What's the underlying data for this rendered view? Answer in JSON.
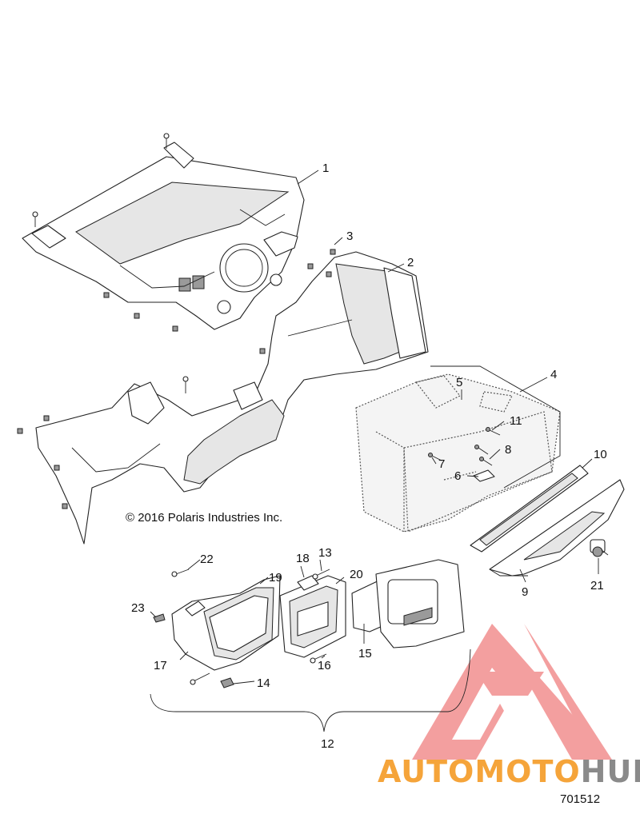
{
  "diagram": {
    "copyright": "© 2016 Polaris Industries Inc.",
    "drawing_number": "701512",
    "callouts": [
      "1",
      "2",
      "3",
      "4",
      "5",
      "6",
      "7",
      "8",
      "9",
      "10",
      "11",
      "12",
      "13",
      "14",
      "15",
      "16",
      "17",
      "18",
      "19",
      "20",
      "21",
      "22",
      "23"
    ]
  },
  "watermark": {
    "part1": "AUTOMOTO",
    "part2": "HUB",
    "color_primary": "#f5a43a",
    "color_secondary": "#8a8a8a",
    "logo_color": "#f08080"
  }
}
